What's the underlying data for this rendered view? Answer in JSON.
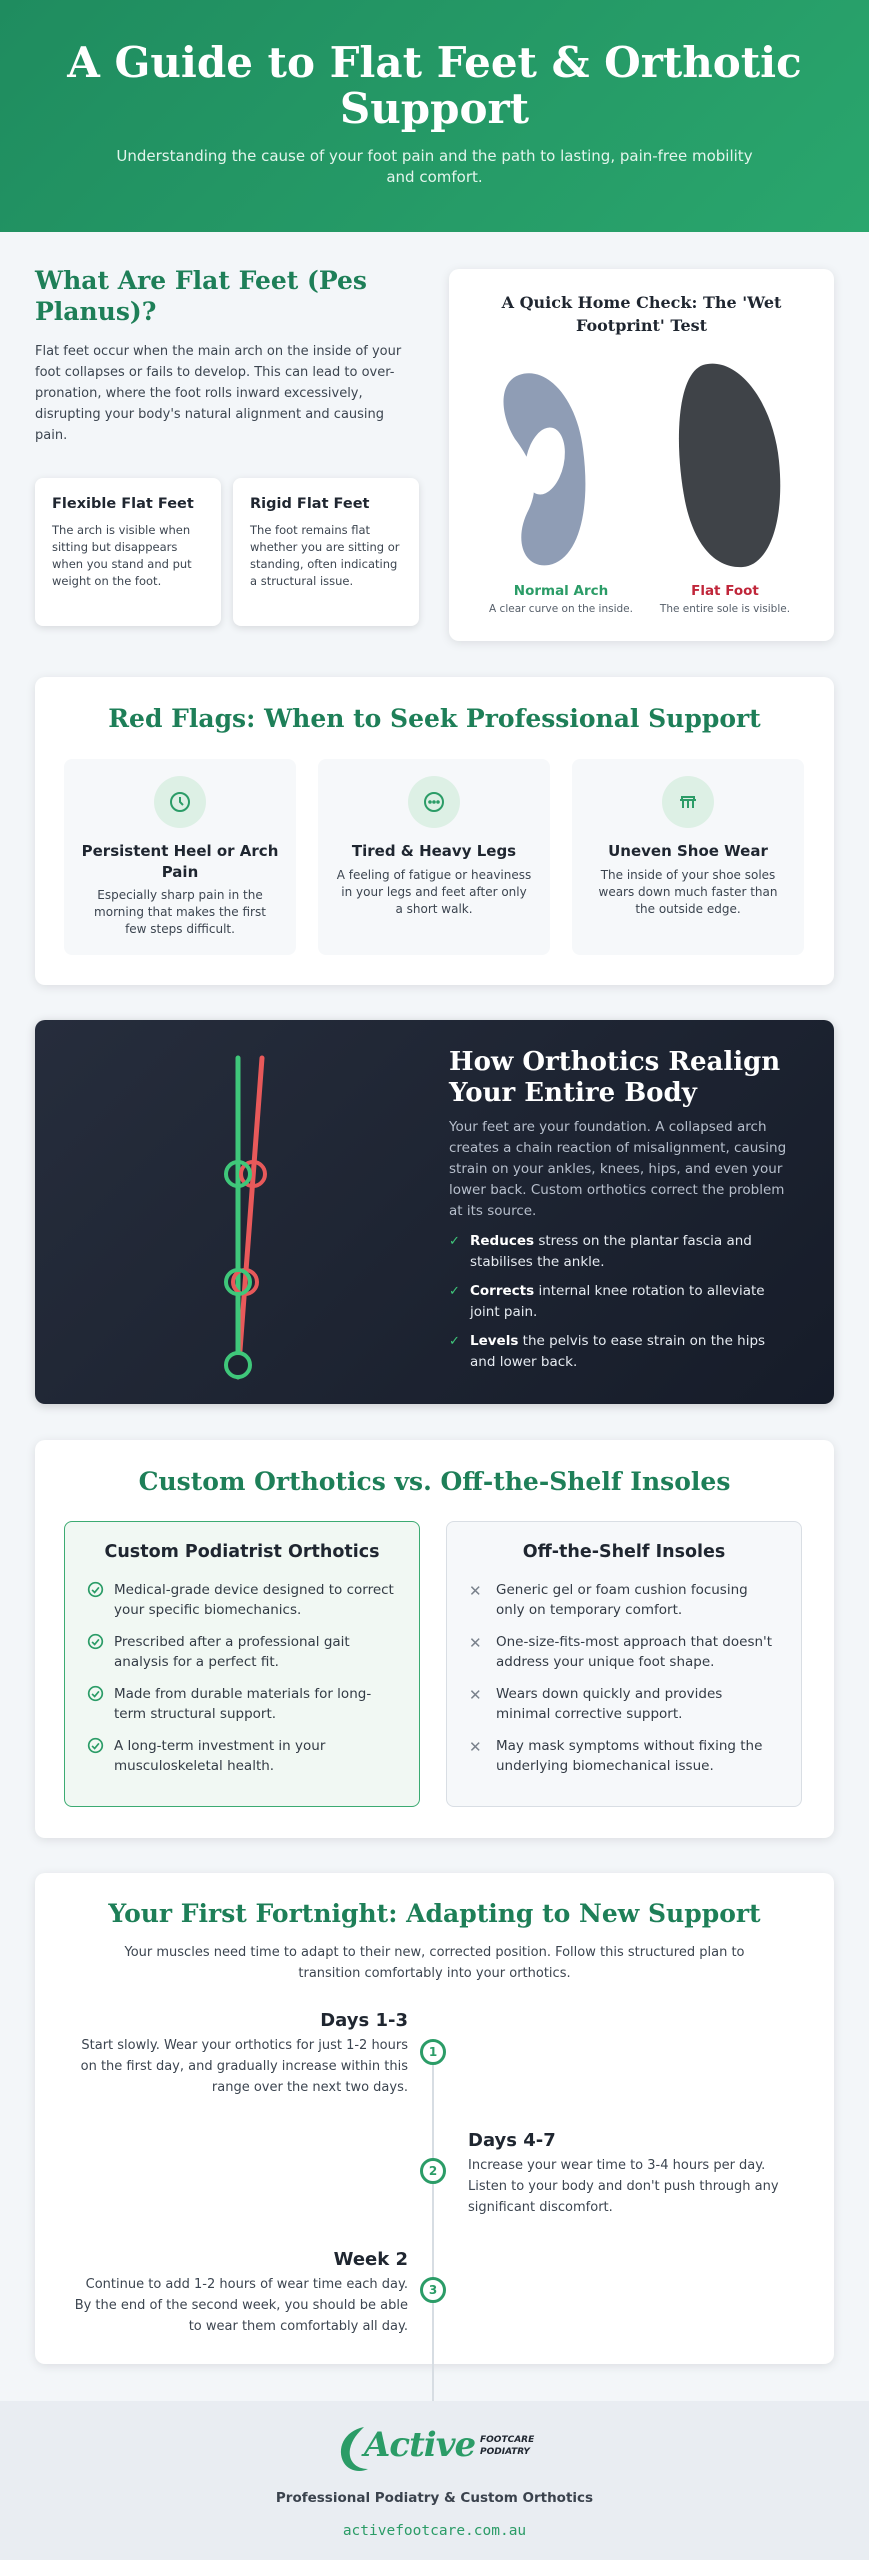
{
  "hero": {
    "title": "A Guide to Flat Feet & Orthotic Support",
    "subtitle": "Understanding the cause of your foot pain and the path to lasting, pain-free mobility and comfort."
  },
  "flat_feet": {
    "title": "What Are Flat Feet (Pes Planus)?",
    "text": "Flat feet occur when the main arch on the inside of your foot collapses or fails to develop. This can lead to over-pronation, where the foot rolls inward excessively, disrupting your body's natural alignment and causing pain.",
    "types": [
      {
        "title": "Flexible Flat Feet",
        "text": "The arch is visible when sitting but disappears when you stand and put weight on the foot."
      },
      {
        "title": "Rigid Flat Feet",
        "text": "The foot remains flat whether you are sitting or standing, often indicating a structural issue."
      }
    ],
    "wet_test": {
      "title": "A Quick Home Check: The 'Wet Footprint' Test",
      "normal_label": "Normal Arch",
      "normal_sub": "A clear curve on the inside.",
      "flat_label": "Flat Foot",
      "flat_sub": "The entire sole is visible."
    }
  },
  "red_flags": {
    "title": "Red Flags: When to Seek Professional Support",
    "items": [
      {
        "icon": "clock-icon",
        "title": "Persistent Heel or Arch Pain",
        "text": "Especially sharp pain in the morning that makes the first few steps difficult."
      },
      {
        "icon": "dots-circle-icon",
        "title": "Tired & Heavy Legs",
        "text": "A feeling of fatigue or heaviness in your legs and feet after only a short walk."
      },
      {
        "icon": "shoe-icon",
        "title": "Uneven Shoe Wear",
        "text": "The inside of your shoe soles wears down much faster than the outside edge."
      }
    ]
  },
  "realign": {
    "title": "How Orthotics Realign Your Entire Body",
    "intro": "Your feet are your foundation. A collapsed arch creates a chain reaction of misalignment, causing strain on your ankles, knees, hips, and even your lower back. Custom orthotics correct the problem at its source.",
    "points": [
      {
        "bold": "Reduces",
        "text": " stress on the plantar fascia and stabilises the ankle."
      },
      {
        "bold": "Corrects",
        "text": " internal knee rotation to alleviate joint pain."
      },
      {
        "bold": "Levels",
        "text": " the pelvis to ease strain on the hips and lower back."
      }
    ],
    "colors": {
      "aligned": "#3fc77a",
      "misaligned": "#e8595a"
    }
  },
  "comparison": {
    "title": "Custom Orthotics vs. Off-the-Shelf Insoles",
    "custom": {
      "title": "Custom Podiatrist Orthotics",
      "items": [
        "Medical-grade device designed to correct your specific biomechanics.",
        "Prescribed after a professional gait analysis for a perfect fit.",
        "Made from durable materials for long-term structural support.",
        "A long-term investment in your musculoskeletal health."
      ]
    },
    "shelf": {
      "title": "Off-the-Shelf Insoles",
      "items": [
        "Generic gel or foam cushion focusing only on temporary comfort.",
        "One-size-fits-most approach that doesn't address your unique foot shape.",
        "Wears down quickly and provides minimal corrective support.",
        "May mask symptoms without fixing the underlying biomechanical issue."
      ]
    }
  },
  "fortnight": {
    "title": "Your First Fortnight: Adapting to New Support",
    "intro": "Your muscles need time to adapt to their new, corrected position. Follow this structured plan to transition comfortably into your orthotics.",
    "steps": [
      {
        "num": "1",
        "title": "Days 1-3",
        "text": "Start slowly. Wear your orthotics for just 1-2 hours on the first day, and gradually increase within this range over the next two days."
      },
      {
        "num": "2",
        "title": "Days 4-7",
        "text": "Increase your wear time to 3-4 hours per day. Listen to your body and don't push through any significant discomfort."
      },
      {
        "num": "3",
        "title": "Week 2",
        "text": "Continue to add 1-2 hours of wear time each day. By the end of the second week, you should be able to wear them comfortably all day."
      }
    ]
  },
  "footer": {
    "logo_main": "Active",
    "logo_sub1": "FOOTCARE",
    "logo_sub2": "PODIATRY",
    "tagline": "Professional Podiatry & Custom Orthotics",
    "url": "activefootcare.com.au"
  },
  "theme": {
    "green": "#1e7f58",
    "accent": "#2b9c67",
    "red": "#c0263a"
  }
}
